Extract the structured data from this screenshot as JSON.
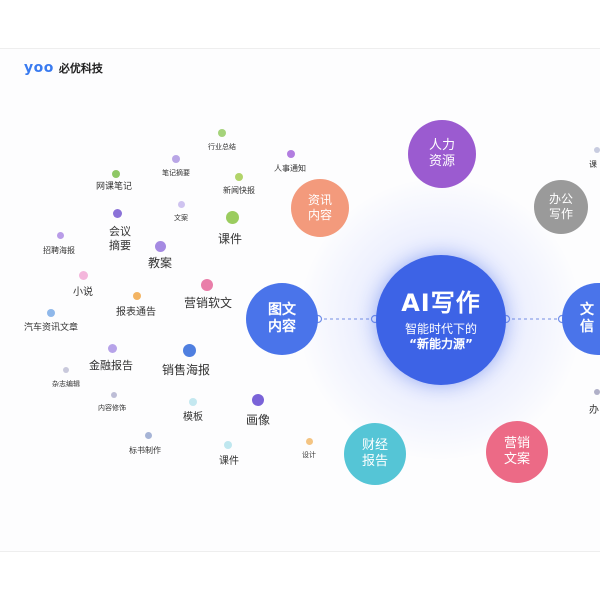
{
  "brand": {
    "mark": "yoo",
    "name": "必优科技",
    "accent": "#3a7bf0"
  },
  "center": {
    "title": "AI写作",
    "subtitle": "智能时代下的",
    "tagline": "“新能力源”",
    "color": "#3d63e6"
  },
  "left_hub": {
    "line1": "图文",
    "line2": "内容",
    "color": "#4a74ea"
  },
  "right_hub": {
    "line1": "文",
    "line2": "信",
    "color": "#4a74ea"
  },
  "categories": [
    {
      "key": "hr",
      "line1": "人力",
      "line2": "资源",
      "color": "#9b5bd0"
    },
    {
      "key": "news",
      "line1": "资讯",
      "line2": "内容",
      "color": "#f39a7c"
    },
    {
      "key": "office",
      "line1": "办公",
      "line2": "写作",
      "color": "#9a9a9a"
    },
    {
      "key": "finance",
      "line1": "财经",
      "line2": "报告",
      "color": "#55c5d6"
    },
    {
      "key": "marketing",
      "line1": "营销",
      "line2": "文案",
      "color": "#ec6a86"
    }
  ],
  "topics": [
    {
      "text": "行业总结",
      "dot": "#a5d37a"
    },
    {
      "text": "笔记摘要",
      "dot": "#b9a6e6"
    },
    {
      "text": "人事通知",
      "dot": "#b27de0"
    },
    {
      "text": "网课笔记",
      "dot": "#8fc866"
    },
    {
      "text": "新闻快报",
      "dot": "#b2d46a"
    },
    {
      "text": "文案",
      "dot": "#cfc3f0"
    },
    {
      "text": "会议摘要",
      "dot": "#8b72d8"
    },
    {
      "text": "课件",
      "dot": "#9bcc5f"
    },
    {
      "text": "招聘海报",
      "dot": "#b99ce8"
    },
    {
      "text": "教案",
      "dot": "#a58ae2"
    },
    {
      "text": "小说",
      "dot": "#f4b6dc"
    },
    {
      "text": "营销软文",
      "dot": "#e97ea9"
    },
    {
      "text": "报表通告",
      "dot": "#f3b463"
    },
    {
      "text": "汽车资讯文章",
      "dot": "#8fb8ea"
    },
    {
      "text": "金融报告",
      "dot": "#b7a3e9"
    },
    {
      "text": "销售海报",
      "dot": "#4f7fe0"
    },
    {
      "text": "杂志编辑",
      "dot": "#c9c9dc"
    },
    {
      "text": "内容修饰",
      "dot": "#bdbdd6"
    },
    {
      "text": "模板",
      "dot": "#c4e8f0"
    },
    {
      "text": "画像",
      "dot": "#7a63d8"
    },
    {
      "text": "标书制作",
      "dot": "#a6b4d6"
    },
    {
      "text": "课件",
      "dot": "#bfe7ef"
    },
    {
      "text": "设计",
      "dot": "#f4c482"
    },
    {
      "text": "课",
      "dot": "#c8cce0"
    },
    {
      "text": "办",
      "dot": "#b0b0c8"
    }
  ]
}
